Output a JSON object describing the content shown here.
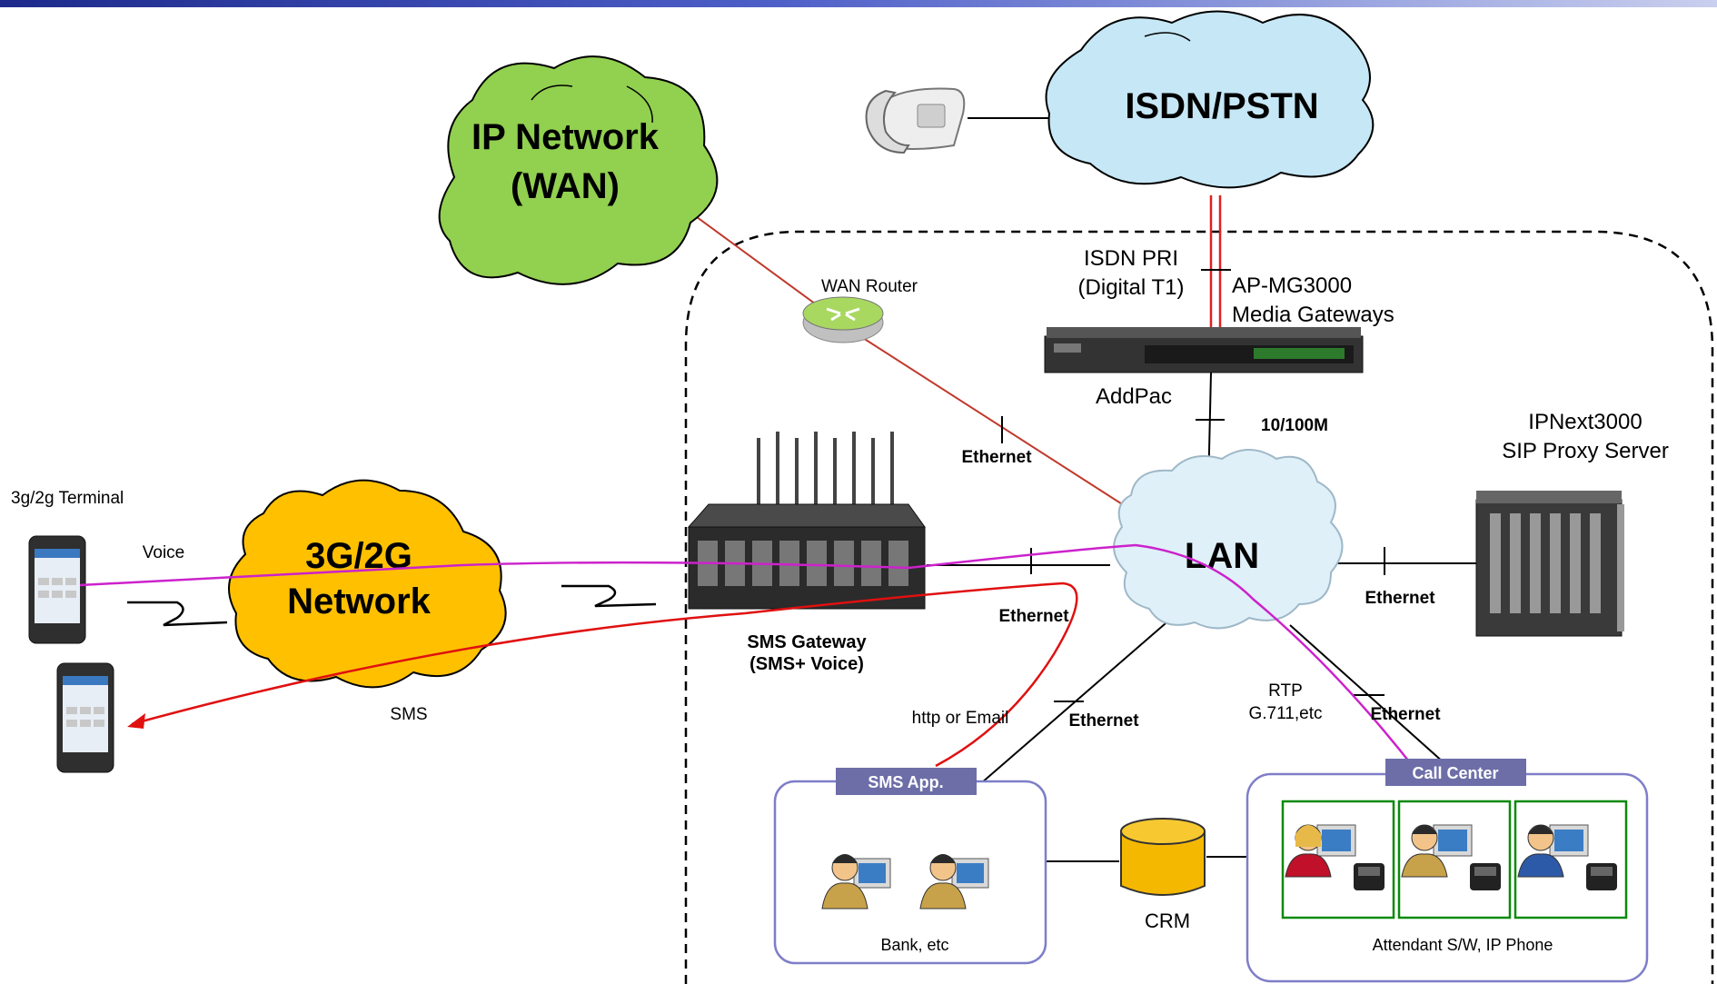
{
  "clouds": {
    "ip_network_line1": "IP Network",
    "ip_network_line2": "(WAN)",
    "isdn_pstn": "ISDN/PSTN",
    "mobile_line1": "3G/2G",
    "mobile_line2": "Network",
    "lan": "LAN"
  },
  "labels": {
    "wan_router": "WAN Router",
    "isdn_pri_line1": "ISDN PRI",
    "isdn_pri_line2": "(Digital T1)",
    "media_gw_line1": "AP-MG3000",
    "media_gw_line2": "Media Gateways",
    "addpac": "AddPac",
    "speed": "10/100M",
    "sip_proxy_line1": "IPNext3000",
    "sip_proxy_line2": "SIP Proxy Server",
    "terminal": "3g/2g Terminal",
    "voice": "Voice",
    "sms": "SMS",
    "sms_gateway_line1": "SMS Gateway",
    "sms_gateway_line2": "(SMS+ Voice)",
    "ethernet_router": "Ethernet",
    "ethernet_smsgw": "Ethernet",
    "ethernet_sip": "Ethernet",
    "ethernet_smsapp": "Ethernet",
    "ethernet_callcenter": "Ethernet",
    "http_email": "http or Email",
    "rtp_line1": "RTP",
    "rtp_line2": "G.711,etc",
    "crm": "CRM"
  },
  "boxes": {
    "sms_app_title": "SMS App.",
    "sms_app_caption": "Bank, etc",
    "call_center_title": "Call Center",
    "call_center_caption": "Attendant S/W,  IP Phone"
  },
  "colors": {
    "ip_cloud": "#92d050",
    "isdn_cloud": "#c6e7f5",
    "mobile_cloud": "#ffc000",
    "lan_cloud": "#dff0f8",
    "box_border": "#7e7ec8",
    "badge": "#6d6ea8",
    "sms_path": "#e01010",
    "voice_path": "#cc22cc",
    "wan_link": "#c0392b",
    "isdn_link": "#e02020",
    "crm": "#f5b800",
    "agent_border": "#0a8a0a"
  }
}
